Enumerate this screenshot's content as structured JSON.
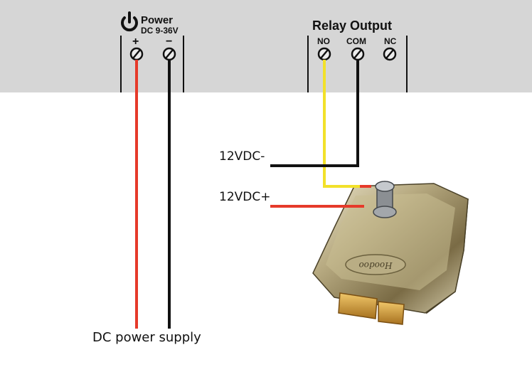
{
  "power_block": {
    "title": "Power",
    "rating": "DC 9-36V",
    "plus_label": "+",
    "minus_label": "−"
  },
  "relay_block": {
    "title": "Relay Output",
    "terminals": [
      "NO",
      "COM",
      "NC"
    ]
  },
  "wire_labels": {
    "negative": "12VDC-",
    "positive": "12VDC+",
    "supply": "DC power supply"
  },
  "lock": {
    "brand_text": "Hoodoo"
  },
  "colors": {
    "panel": "#d6d6d6",
    "red_wire": "#e63a2a",
    "black_wire": "#111111",
    "yellow_wire": "#f2e12a"
  }
}
